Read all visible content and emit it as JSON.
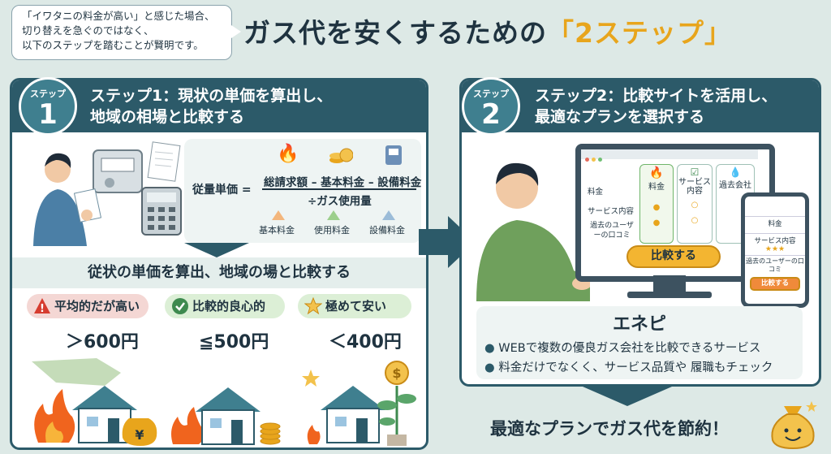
{
  "intro": {
    "lines": [
      "「イワタニの料金が高い」と感じた場合、",
      "切り替えを急ぐのではなく、",
      "以下のステップを踏むことが賢明です。"
    ]
  },
  "title": {
    "main": "ガス代を安くするための",
    "accent": "「2ステップ」"
  },
  "step1": {
    "badge_label": "ステップ",
    "badge_num": "1",
    "title_line1": "ステップ1：現状の単価を算出し、",
    "title_line2": "地域の相場と比較する",
    "formula": {
      "lhs": "従量単価 =",
      "numerator": "総請求額 – 基本料金 – 設備料金",
      "denominator": "÷ガス使用量",
      "labels": [
        "基本料金",
        "使用料金",
        "設備料金"
      ]
    },
    "strip": "従状の単価を算出、地域の場と比較する",
    "tiers": [
      {
        "label": "平均的だが高い",
        "price": "＞600円",
        "color": "#f4d7d4"
      },
      {
        "label": "比較的良心的",
        "price": "≦500円",
        "color": "#dcefd6"
      },
      {
        "label": "極めて安い",
        "price": "＜400円",
        "color": "#dcefd6"
      }
    ]
  },
  "step2": {
    "badge_label": "ステップ",
    "badge_num": "2",
    "title_line1": "ステップ2：比較サイトを活用し、",
    "title_line2": "最適なプランを選択する",
    "table": {
      "rows": [
        "料金",
        "サービス内容",
        "過去のユーザーの口コミ"
      ],
      "cols": [
        "料金",
        "サービス内容",
        "過去会社"
      ]
    },
    "compare_button": "比較する",
    "phone": {
      "rows": [
        "料金",
        "サービス内容",
        "過去のユーザーの口コミ"
      ],
      "button": "比較する"
    },
    "enepi_title": "エネピ",
    "bullets": [
      "WEBで複数の優良ガス会社を比較できるサービス",
      "料金だけでなくく、サービス品質や 履職もチェック"
    ]
  },
  "footer": "最適なプランでガス代を節約！",
  "colors": {
    "dark": "#2c5a69",
    "accent": "#e8a51c",
    "fire": "#f0641e",
    "green": "#3e8a4f"
  }
}
